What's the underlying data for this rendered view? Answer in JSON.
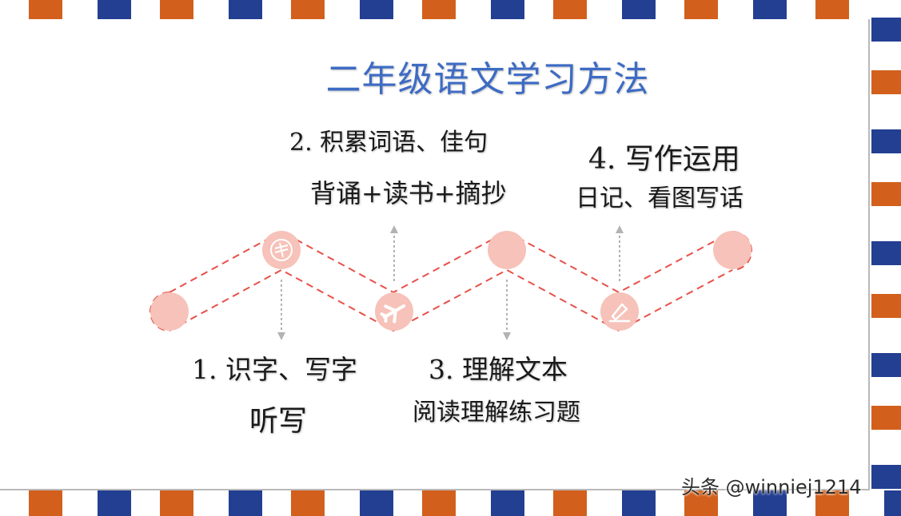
{
  "title": "二年级语文学习方法",
  "steps": [
    {
      "heading": "1. 识字、写字",
      "detail": "听写"
    },
    {
      "heading": "2. 积累词语、佳句",
      "detail": "背诵+读书+摘抄"
    },
    {
      "heading": "3. 理解文本",
      "detail": "阅读理解练习题"
    },
    {
      "heading": "4. 写作运用",
      "detail": "日记、看图写话"
    }
  ],
  "icons": [
    "book-icon",
    "airplane-icon",
    "pen-icon"
  ],
  "colors": {
    "title": "#3d6bc4",
    "node_fill": "#f6c2b9",
    "dash": "#e8504a",
    "arrow": "#b3b3b3",
    "stripe_orange": "#d2601c",
    "stripe_blue": "#233f92"
  },
  "watermark": "头条 @winniej1214"
}
